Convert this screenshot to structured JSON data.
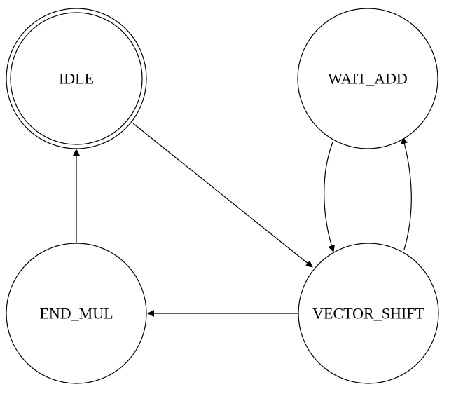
{
  "states": {
    "idle": {
      "label": "IDLE",
      "accepting": true
    },
    "wait_add": {
      "label": "WAIT_ADD",
      "accepting": false
    },
    "end_mul": {
      "label": "END_MUL",
      "accepting": false
    },
    "vector_shift": {
      "label": "VECTOR_SHIFT",
      "accepting": false
    }
  },
  "transitions": [
    {
      "from": "IDLE",
      "to": "VECTOR_SHIFT"
    },
    {
      "from": "WAIT_ADD",
      "to": "VECTOR_SHIFT"
    },
    {
      "from": "VECTOR_SHIFT",
      "to": "WAIT_ADD"
    },
    {
      "from": "VECTOR_SHIFT",
      "to": "END_MUL"
    },
    {
      "from": "END_MUL",
      "to": "IDLE"
    }
  ],
  "colors": {
    "stroke": "#000000",
    "fill": "#ffffff",
    "background": "#ffffff"
  }
}
